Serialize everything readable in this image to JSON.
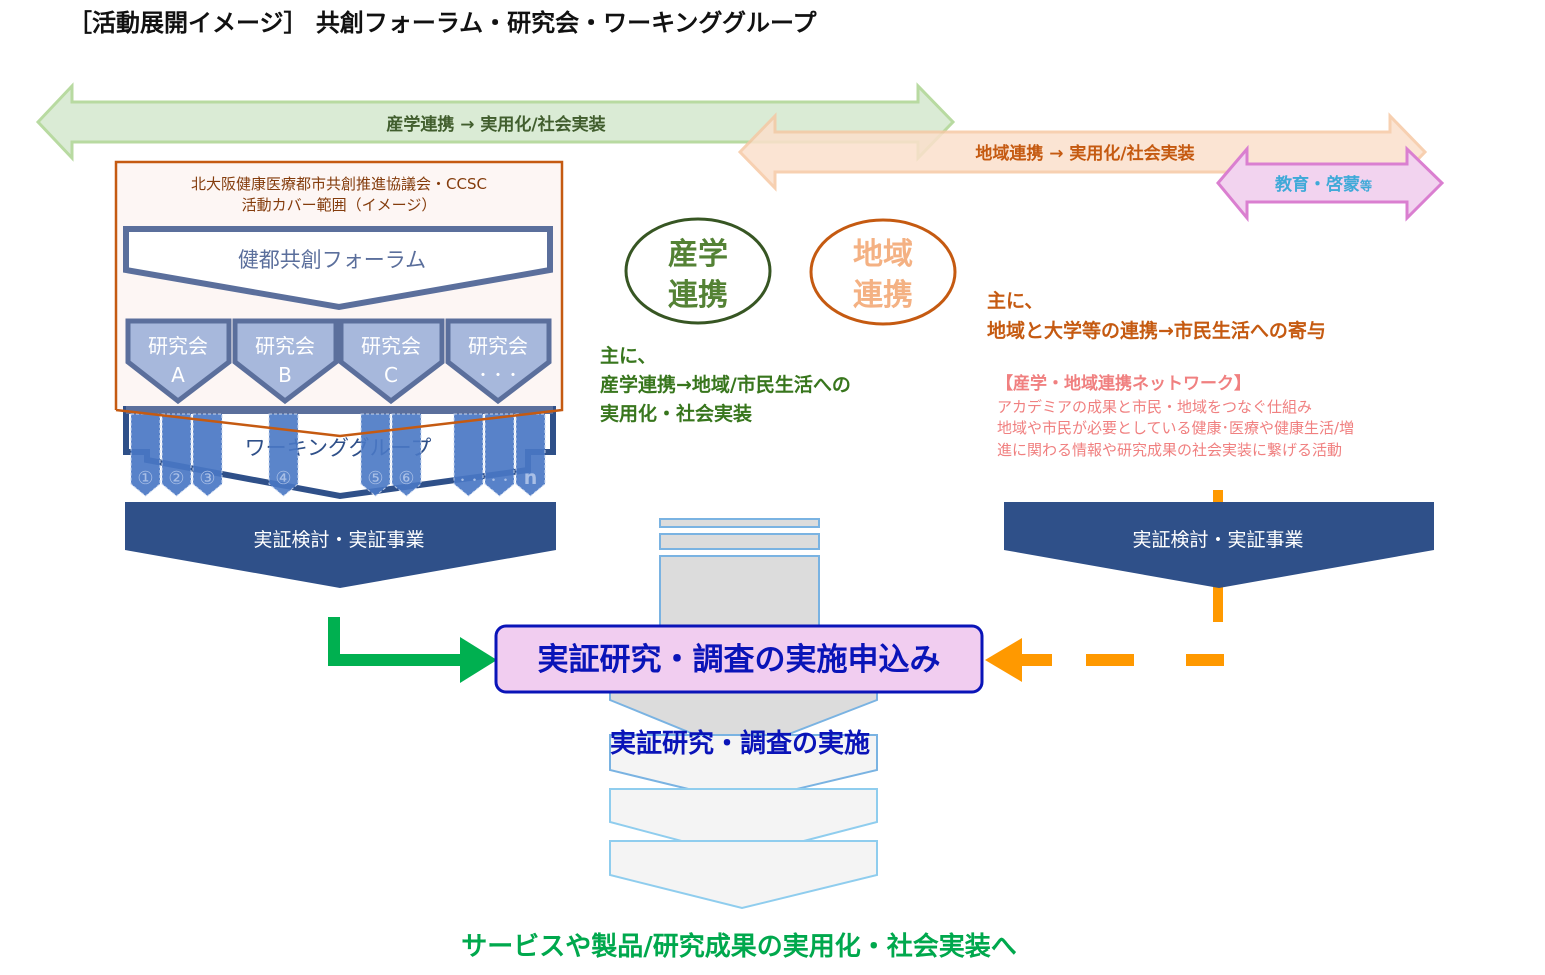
{
  "title": "［活動展開イメージ］ 共創フォーラム・研究会・ワーキンググループ",
  "arrows": {
    "industry_academia": "産学連携 → 実用化/社会実装",
    "regional": "地域連携 → 実用化/社会実装",
    "education_main": "教育・啓蒙",
    "education_suffix": "等"
  },
  "coverage_box": {
    "line1": "北大阪健康医療都市共創推進協議会・CCSC",
    "line2": "活動カバー範囲（イメージ）"
  },
  "forum": {
    "label": "健都共創フォーラム"
  },
  "study_groups": [
    {
      "line1": "研究会",
      "line2": "A"
    },
    {
      "line1": "研究会",
      "line2": "B"
    },
    {
      "line1": "研究会",
      "line2": "C"
    },
    {
      "line1": "研究会",
      "line2": "・・・"
    }
  ],
  "working_group": {
    "label": "ワーキンググループ",
    "tabs": [
      "①",
      "②",
      "③",
      "④",
      "⑤",
      "⑥",
      "・・",
      "・・",
      "n"
    ]
  },
  "circles": {
    "industry": {
      "line1": "産学",
      "line2": "連携"
    },
    "regional": {
      "line1": "地域",
      "line2": "連携"
    }
  },
  "industry_note": {
    "line1": "主に、",
    "line2": "産学連携→地域/市民生活への",
    "line3": "実用化・社会実装"
  },
  "regional_note": {
    "line1": "主に、",
    "line2": "地域と大学等の連携→市民生活への寄与"
  },
  "network": {
    "heading": "【産学・地域連携ネットワーク】",
    "lines": [
      "アカデミアの成果と市民・地域をつなぐ仕組み",
      "地域や市民が必要としている健康･医療や健康生活/増",
      "進に関わる情報や研究成果の社会実装に繋げる活動"
    ]
  },
  "demo_left": "実証検討・実証事業",
  "demo_right": "実証検討・実証事業",
  "application": "実証研究・調査の実施申込み",
  "implementation": "実証研究・調査の実施",
  "outcome": "サービスや製品/研究成果の実用化・社会実装へ",
  "colors": {
    "green_arrow_fill": "#d9ead3",
    "green_arrow_stroke": "#b5d99c",
    "green_text": "#375623",
    "orange_arrow_fill": "#fbe0cc",
    "orange_arrow_stroke": "#f6c8a4",
    "orange_text": "#c55a11",
    "pink_arrow_fill": "#f2d3ef",
    "pink_arrow_stroke": "#da7fd0",
    "cyan_text": "#3fa9d8",
    "navy": "#2f5089",
    "slate": "#5b6f9c",
    "study_fill": "#a7b8dc",
    "wg_fill": "#4a78c5",
    "app_fill": "#f1cdf0",
    "app_stroke": "#0a14b8",
    "app_text": "#0a14b8",
    "conn_green": "#00b050",
    "conn_orange": "#ff9900",
    "outcome_text": "#00a84d",
    "network_text": "#f08080"
  }
}
